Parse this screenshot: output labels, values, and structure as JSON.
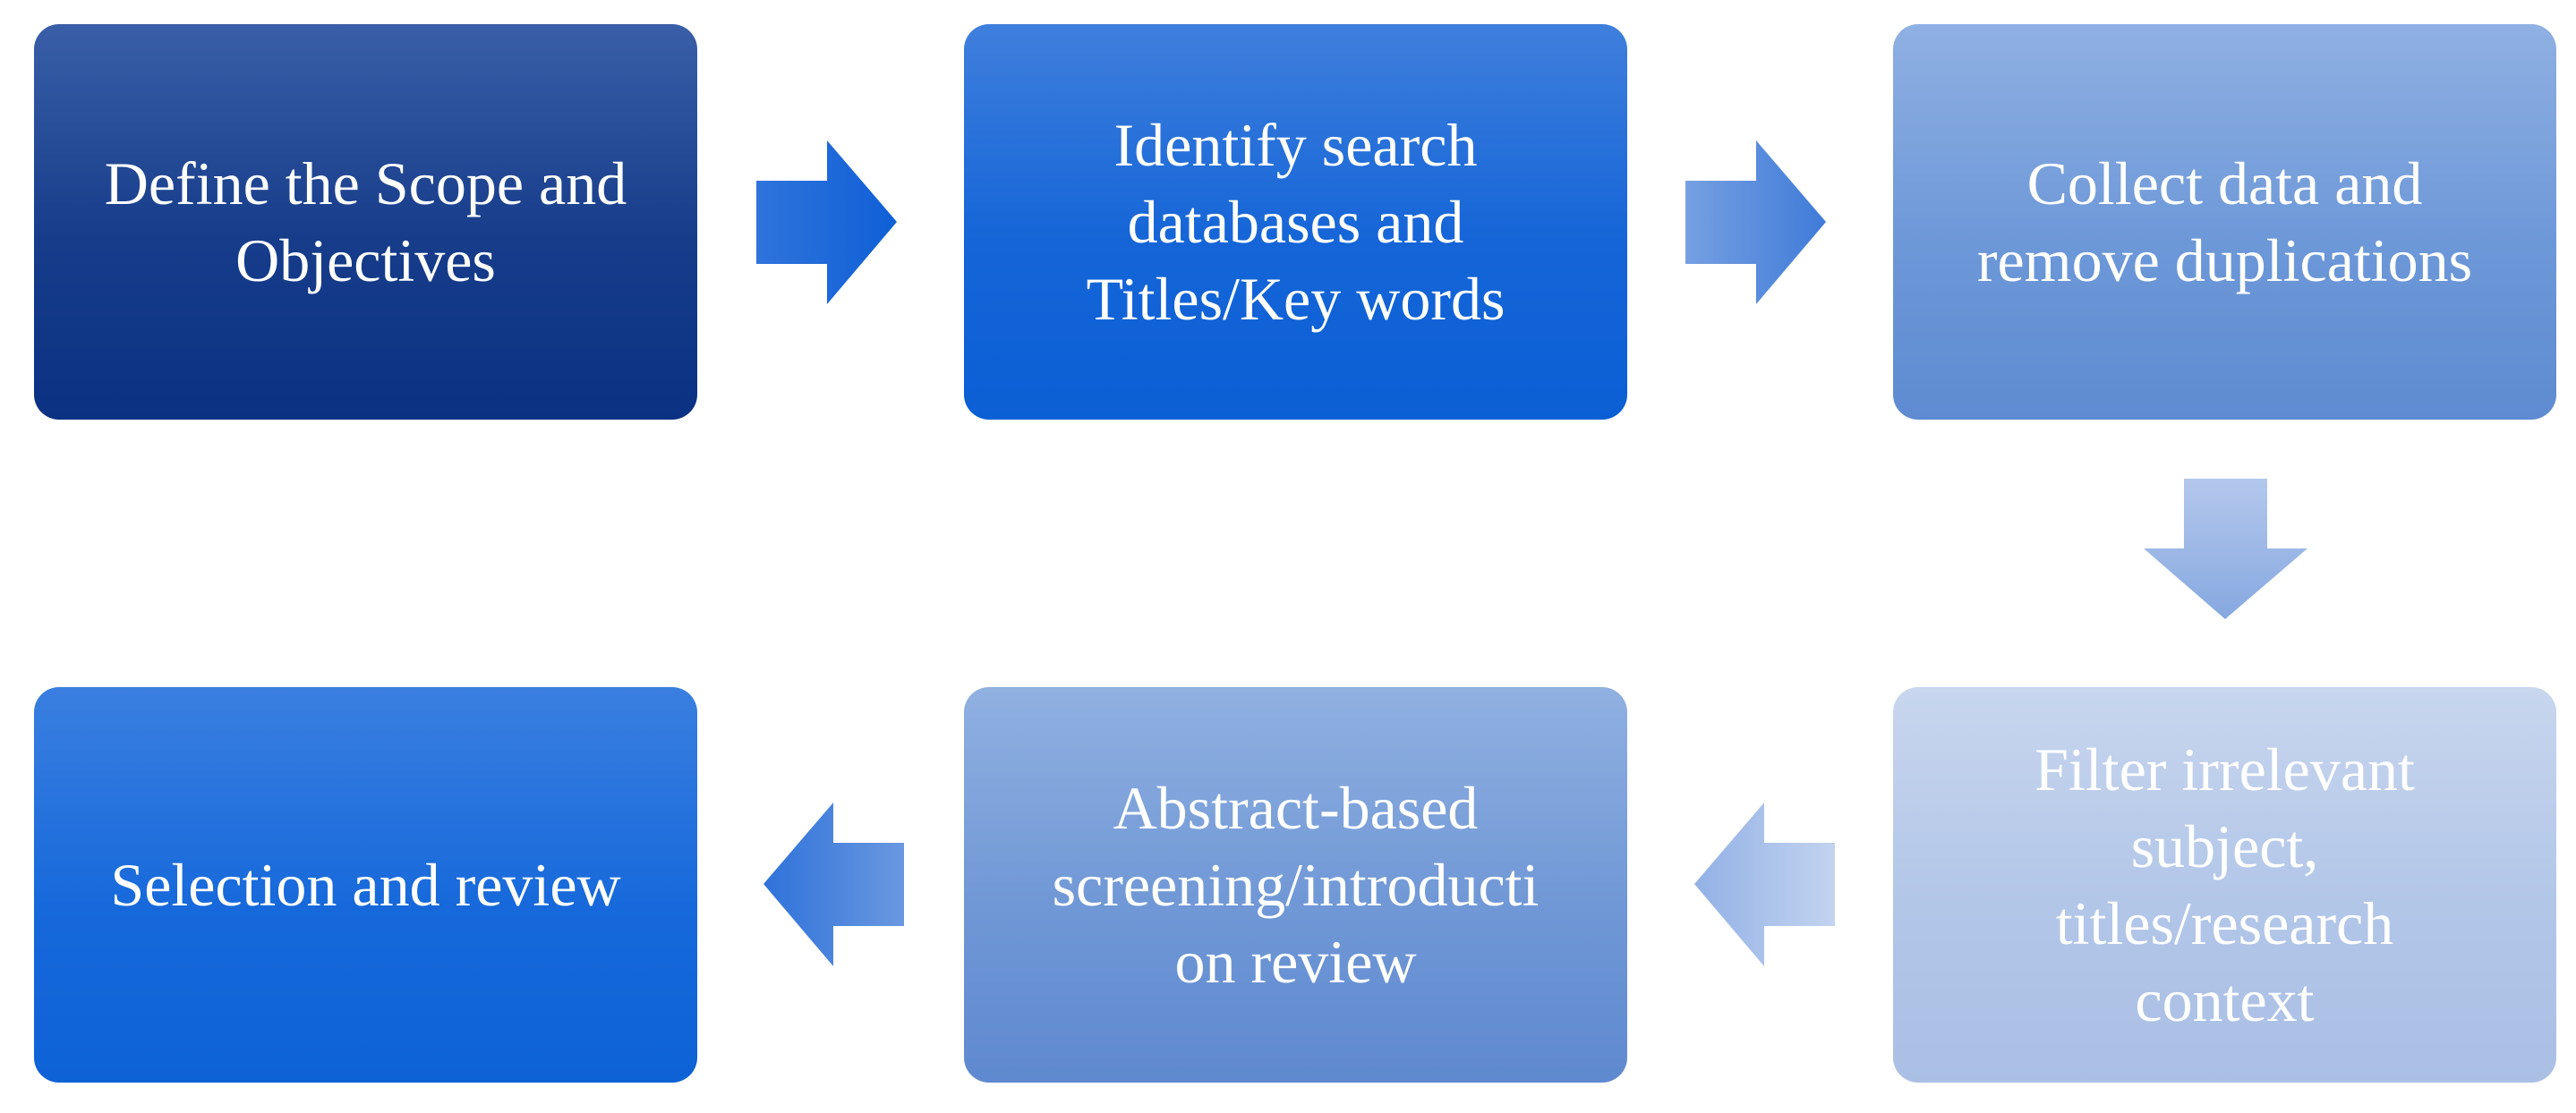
{
  "steps": [
    {
      "label": "Define the Scope and\nObjectives"
    },
    {
      "label": "Identify search\ndatabases and\nTitles/Key words"
    },
    {
      "label": "Collect data and\nremove duplications"
    },
    {
      "label": "Filter irrelevant\nsubject,\ntitles/research\ncontext"
    },
    {
      "label": "Abstract-based\nscreening/introducti\non review"
    },
    {
      "label": "Selection and review"
    }
  ],
  "arrows": [
    {
      "direction": "right",
      "from_step": 1,
      "to_step": 2,
      "color": "#1a63d6"
    },
    {
      "direction": "right",
      "from_step": 2,
      "to_step": 3,
      "color": "#5c8fdc"
    },
    {
      "direction": "down",
      "from_step": 3,
      "to_step": 4,
      "color": "#9cb6e6"
    },
    {
      "direction": "left",
      "from_step": 4,
      "to_step": 5,
      "color": "#a9c0ea"
    },
    {
      "direction": "left",
      "from_step": 5,
      "to_step": 6,
      "color": "#4f86dd"
    }
  ]
}
